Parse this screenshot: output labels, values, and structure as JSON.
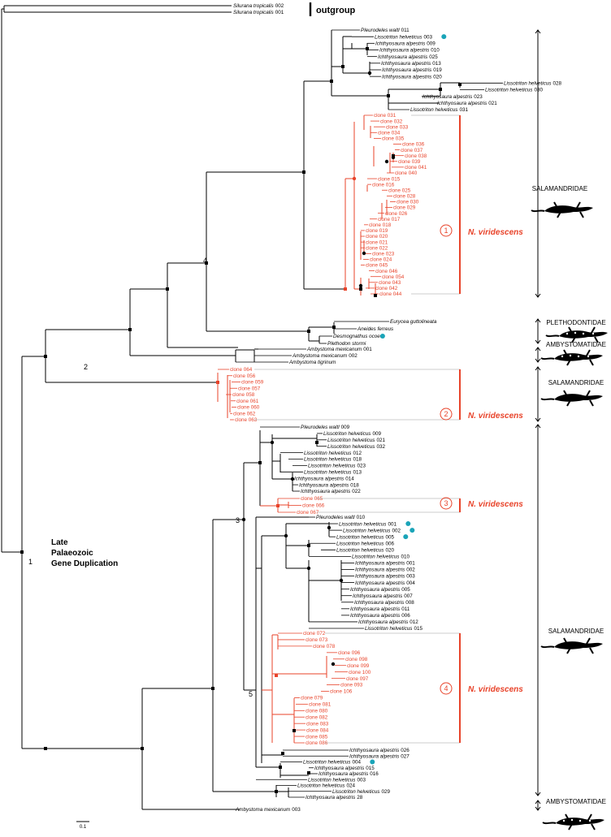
{
  "colors": {
    "black": "#000000",
    "red": "#e8432a",
    "teal": "#1aa4b8",
    "bracket_grey": "#bdbdbd"
  },
  "outgroup": {
    "taxa": [
      {
        "genus": "Silurana tropicalis",
        "num": "002"
      },
      {
        "genus": "Silurana tropicalis",
        "num": "001"
      }
    ],
    "label": "outgroup"
  },
  "node_labels": {
    "n1": "1",
    "n2": "2",
    "n3": "3",
    "n4": "4",
    "n5": "5"
  },
  "duplication_label": [
    "Late",
    "Palaeozoic",
    "Gene Duplication"
  ],
  "families": [
    {
      "key": "sal1",
      "label": "SALAMANDRIDAE"
    },
    {
      "key": "pleth",
      "label": "PLETHODONTIDAE"
    },
    {
      "key": "amb1",
      "label": "AMBYSTOMATIDAE"
    },
    {
      "key": "sal2",
      "label": "SALAMANDRIDAE"
    },
    {
      "key": "sal3",
      "label": "SALAMANDRIDAE"
    },
    {
      "key": "amb2",
      "label": "AMBYSTOMATIDAE"
    }
  ],
  "clades": [
    {
      "num": "1",
      "name": "N. viridescens"
    },
    {
      "num": "2",
      "name": "N. viridescens"
    },
    {
      "num": "3",
      "name": "N. viridescens"
    },
    {
      "num": "4",
      "name": "N. viridescens"
    }
  ],
  "scale_bar": "0.1",
  "groups": {
    "A": [
      {
        "g": "Pleurodeles waltl",
        "n": "011"
      },
      {
        "g": "Lissotriton helveticus",
        "n": "003",
        "marker": true
      },
      {
        "g": "Ichthyosaura alpestris",
        "n": "009"
      },
      {
        "g": "Ichthyosaura alpestris",
        "n": "010"
      },
      {
        "g": "Ichthyosaura alpestris",
        "n": "025"
      },
      {
        "g": "Ichthyosaura alpestris",
        "n": "013"
      },
      {
        "g": "Ichthyosaura alpestris",
        "n": "019"
      },
      {
        "g": "Ichthyosaura alpestris",
        "n": "020"
      },
      {
        "g": "Lissotriton helveticus",
        "n": "028"
      },
      {
        "g": "Lissotriton helveticus",
        "n": "030"
      },
      {
        "g": "Ichthyosaura alpestris",
        "n": "023"
      },
      {
        "g": "Ichthyosaura alpestris",
        "n": "021"
      },
      {
        "g": "Lissotriton helveticus",
        "n": "031"
      }
    ],
    "C1": [
      "clone 031",
      "clone 032",
      "clone 033",
      "clone 034",
      "clone 035",
      "clone 036",
      "clone 037",
      "clone 038",
      "clone 039",
      "clone 041",
      "clone 040",
      "clone 015",
      "clone 016",
      "clone 025",
      "clone 028",
      "clone 030",
      "clone 029",
      "clone 026",
      "clone 017",
      "clone 018",
      "clone 019",
      "clone 020",
      "clone 021",
      "clone 022",
      "clone 023",
      "clone 024",
      "clone 045",
      "clone 046",
      "clone 054",
      "clone 043",
      "clone 042",
      "clone 044"
    ],
    "P": [
      {
        "g": "Eurycea guttolineata",
        "n": ""
      },
      {
        "g": "Aneides ferreus",
        "n": ""
      },
      {
        "g": "Desmognathus ocoee",
        "n": "",
        "marker": true
      },
      {
        "g": "Plethodon stormi",
        "n": ""
      }
    ],
    "AM": [
      {
        "g": "Ambystoma mexicanum",
        "n": "001"
      },
      {
        "g": "Ambystoma mexicanum",
        "n": "002"
      },
      {
        "g": "Ambystoma tigrinum",
        "n": ""
      }
    ],
    "C2": [
      "clone 064",
      "clone 056",
      "clone 059",
      "clone 057",
      "clone 058",
      "clone 061",
      "clone 060",
      "clone 062",
      "clone 063"
    ],
    "B1": [
      {
        "g": "Pleurodeles waltl",
        "n": "009"
      },
      {
        "g": "Lissotriton helveticus",
        "n": "009"
      },
      {
        "g": "Lissotriton helveticus",
        "n": "021"
      },
      {
        "g": "Lissotriton helveticus",
        "n": "032"
      },
      {
        "g": "Lissotriton helveticus",
        "n": "012"
      },
      {
        "g": "Lissotriton helveticus",
        "n": "018"
      },
      {
        "g": "Lissotriton helveticus",
        "n": "023"
      },
      {
        "g": "Lissotriton helveticus",
        "n": "013"
      },
      {
        "g": "Ichthyosaura alpestris",
        "n": "014"
      },
      {
        "g": "Ichthyosaura alpestris",
        "n": "018"
      },
      {
        "g": "Ichthyosaura alpestris",
        "n": "022"
      }
    ],
    "C3": [
      "clone 065",
      "clone 066",
      "clone 067"
    ],
    "B2": [
      {
        "g": "Pleurodeles waltl",
        "n": "010"
      },
      {
        "g": "Lissotriton helveticus",
        "n": "001",
        "marker": true
      },
      {
        "g": "Lissotriton helveticus",
        "n": "002",
        "marker": true
      },
      {
        "g": "Lissotriton helveticus",
        "n": "005",
        "marker": true
      },
      {
        "g": "Lissotriton helveticus",
        "n": "006"
      },
      {
        "g": "Lissotriton helveticus",
        "n": "020"
      },
      {
        "g": "Lissotriton helveticus",
        "n": "010"
      },
      {
        "g": "Ichthyosaura alpestris",
        "n": "001"
      },
      {
        "g": "Ichthyosaura alpestris",
        "n": "002"
      },
      {
        "g": "Ichthyosaura alpestris",
        "n": "003"
      },
      {
        "g": "Ichthyosaura alpestris",
        "n": "004"
      },
      {
        "g": "Ichthyosaura alpestris",
        "n": "005"
      },
      {
        "g": "Ichthyosaura alpestris",
        "n": "007"
      },
      {
        "g": "Ichthyosaura alpestris",
        "n": "008"
      },
      {
        "g": "Ichthyosaura alpestris",
        "n": "011"
      },
      {
        "g": "Ichthyosaura alpestris",
        "n": "006"
      },
      {
        "g": "Ichthyosaura alpestris",
        "n": "012"
      },
      {
        "g": "Lissotriton helveticus",
        "n": "015"
      }
    ],
    "C4": [
      "clone 072",
      "clone 073",
      "clone 078",
      "clone 096",
      "clone 098",
      "clone 099",
      "clone 100",
      "clone 097",
      "clone 093",
      "clone 106",
      "clone 079",
      "clone 081",
      "clone 080",
      "clone 082",
      "clone 083",
      "clone 084",
      "clone 085",
      "clone 086"
    ],
    "B3": [
      {
        "g": "Ichthyosaura alpestris",
        "n": "026"
      },
      {
        "g": "Ichthyosaura alpestris",
        "n": "027"
      },
      {
        "g": "Lissotriton helveticus",
        "n": "004",
        "marker": true
      },
      {
        "g": "Ichthyosaura alpestris",
        "n": "015"
      },
      {
        "g": "Ichthyosaura alpestris",
        "n": "016"
      },
      {
        "g": "Lissotriton helveticus",
        "n": "003"
      },
      {
        "g": "Lissotriton helveticus",
        "n": "024"
      },
      {
        "g": "Lissotriton helveticus",
        "n": "029"
      },
      {
        "g": "Ichthyosaura alpestris",
        "n": "28"
      }
    ],
    "AM2": [
      {
        "g": "Ambystoma mexicanum",
        "n": "003"
      }
    ]
  }
}
